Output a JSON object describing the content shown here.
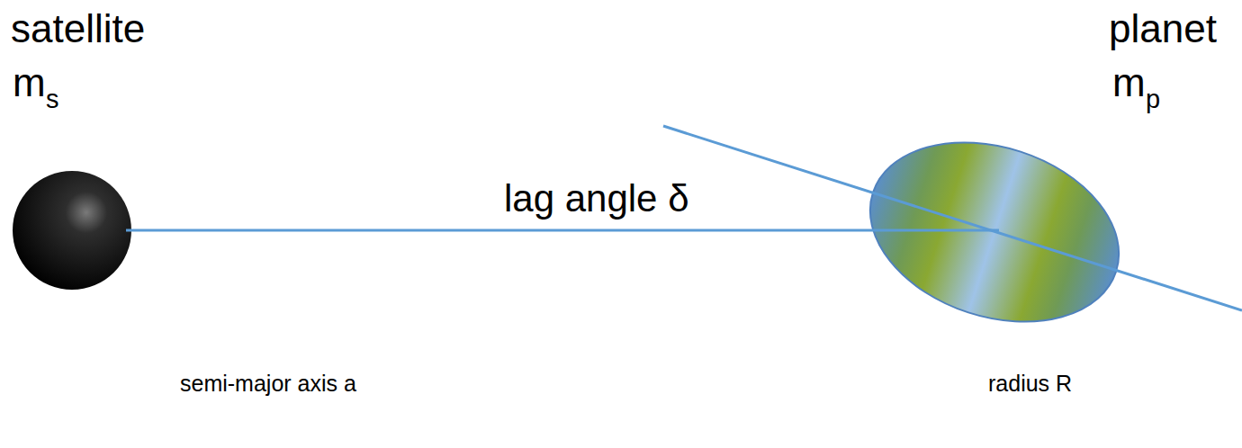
{
  "diagram": {
    "labels": [
      "satellite",
      "m",
      "s",
      "planet",
      "m",
      "p",
      "lag angle δ",
      "semi-major axis a",
      "radius R"
    ]
  }
}
